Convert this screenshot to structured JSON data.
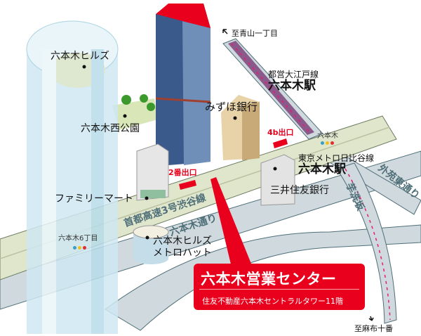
{
  "title": "六本木営業センター",
  "subtitle": "住友不動産六本木セントラルタワー11階",
  "landmarks": {
    "hills": "六本木ヒルズ",
    "park": "六本木西公園",
    "mizuho": "みずほ銀行",
    "smbc": "三井住友銀行",
    "familymart": "ファミリーマート",
    "metrohat_1": "六本木ヒルズ",
    "metrohat_2": "メトロハット"
  },
  "stations": {
    "oedo_line": "都営大江戸線",
    "oedo_station": "六本木駅",
    "hibiya_line": "東京メトロ日比谷線",
    "hibiya_station": "六本木駅"
  },
  "exits": {
    "exit_4b": "4b出口",
    "exit_2": "2番出口"
  },
  "roads": {
    "expressway": "首都高速3号渋谷線",
    "roppongi_dori": "六本木通り",
    "imoarai": "芋洗坂",
    "gaien": "外苑東通り"
  },
  "intersections": {
    "roppongi": "六本木",
    "roppongi6": "六本木6丁目"
  },
  "directions": {
    "aoyama": "至青山一丁目",
    "azabu": "至麻布十番"
  },
  "colors": {
    "accent": "#e8001c",
    "signal": [
      "#3a9fc0",
      "#f0c020",
      "#e03030"
    ]
  }
}
